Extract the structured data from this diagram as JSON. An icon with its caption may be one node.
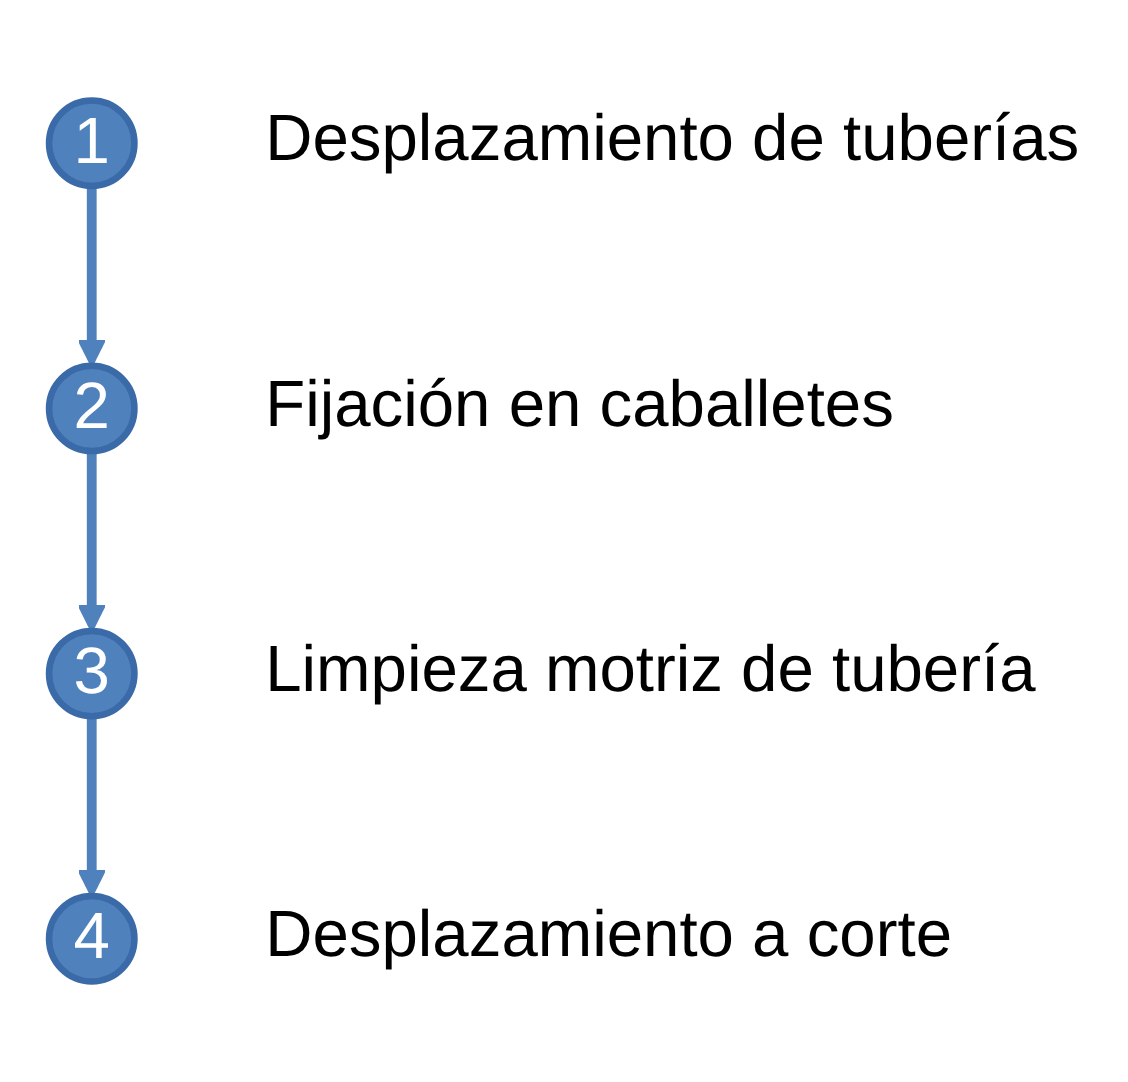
{
  "diagram": {
    "nodes": [
      {
        "text": [
          "1"
        ],
        "beside": [
          "Desplazamiento de tuberías"
        ]
      },
      {
        "text": [
          "2"
        ],
        "beside": [
          "Fijación en caballetes"
        ]
      },
      {
        "text": [
          "3"
        ],
        "beside": [
          "Limpieza motriz de tubería"
        ]
      },
      {
        "text": [
          "4"
        ],
        "beside": [
          "Desplazamiento a corte"
        ]
      }
    ],
    "edges": [
      {
        "from": 0,
        "to": 1,
        "arrow": "to"
      },
      {
        "from": 1,
        "to": 2,
        "arrow": "to"
      },
      {
        "from": 2,
        "to": 3,
        "arrow": "to"
      }
    ]
  }
}
